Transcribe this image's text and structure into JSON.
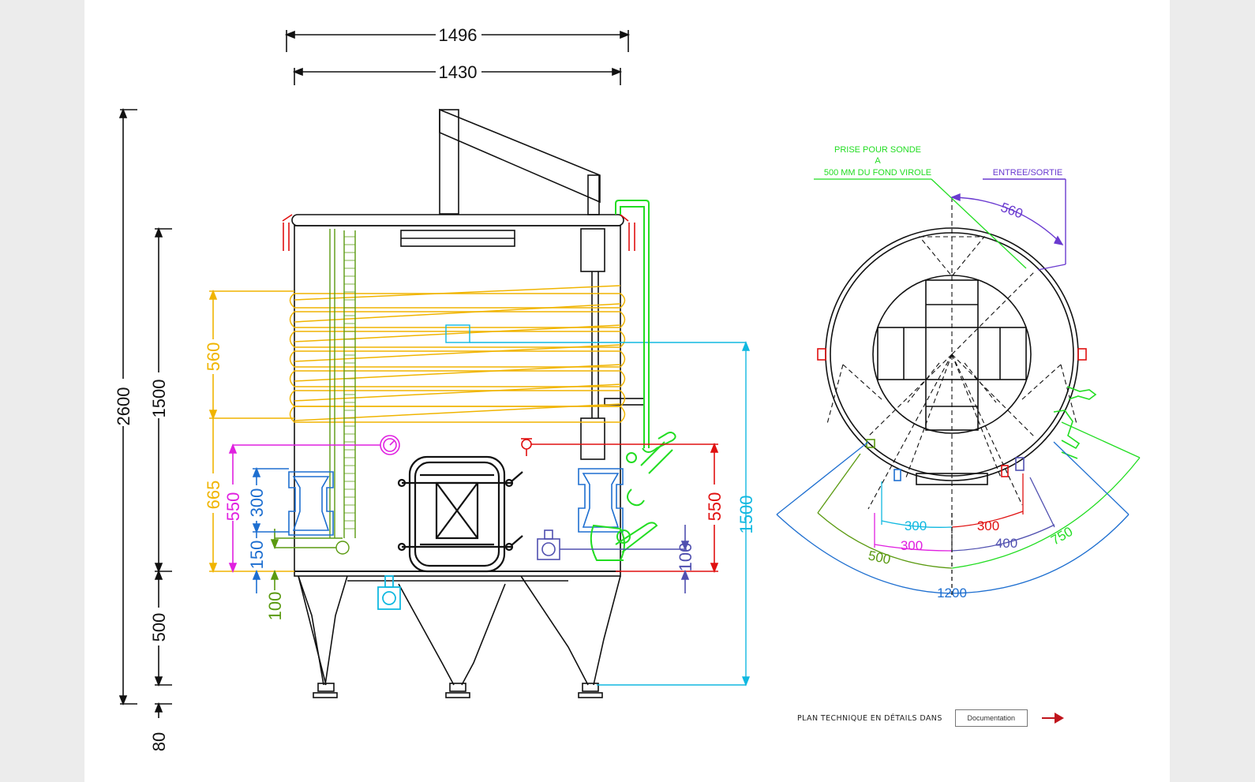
{
  "front_view": {
    "dimensions": {
      "overall_width": "1496",
      "inner_width": "1430",
      "total_height": "2600",
      "shell_height": "1500",
      "leg_height": "500",
      "foot_height": "80",
      "jacket_height": "560",
      "jacket_offset": "665",
      "thermometer_height": "550",
      "sight_glass_height": "300",
      "sight_glass_base": "150",
      "level_base": "100",
      "valve_height_right": "550",
      "outlet_height": "100",
      "probe_height": "1500"
    }
  },
  "top_view": {
    "notes": {
      "probe_line1": "PRISE POUR SONDE",
      "probe_line2": "A",
      "probe_line3": "500 MM DU FOND VIROLE",
      "inlet_outlet": "ENTREE/SORTIE"
    },
    "dimensions": {
      "arc_560": "560",
      "cyan_300": "300",
      "red_300": "300",
      "magenta_300": "300",
      "purple_400": "400",
      "green_750": "750",
      "olive_500": "500",
      "blue_1200": "1200"
    }
  },
  "footer": {
    "label": "PLAN TECHNIQUE EN DÉTAILS DANS",
    "button_label": "Documentation",
    "arrow_icon": "right-arrow-icon",
    "arrow_color": "#c0141c"
  },
  "colors": {
    "yellow": "#f0b400",
    "magenta": "#e020e0",
    "blue": "#1e6fd0",
    "cyan": "#10b8e0",
    "green": "#22dd22",
    "olive": "#5a9a10",
    "red": "#e01010",
    "purple": "#6a3ad0",
    "navy": "#5050b0"
  }
}
